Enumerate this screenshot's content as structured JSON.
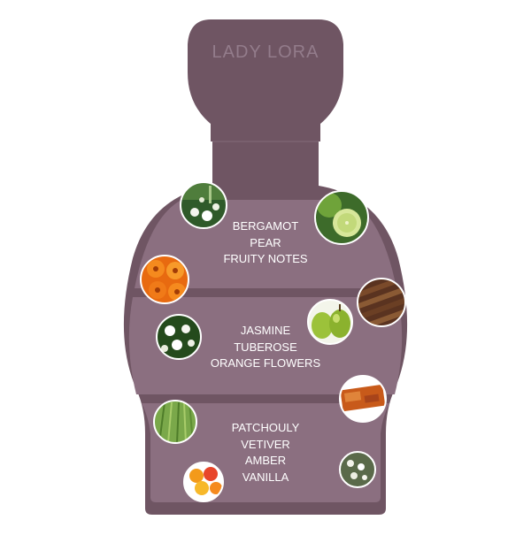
{
  "product": {
    "brand": "LADY LORA"
  },
  "pyramid": {
    "top_notes": [
      "BERGAMOT",
      "PEAR",
      "FRUITY NOTES"
    ],
    "heart_notes": [
      "JASMINE",
      "TUBEROSE",
      "ORANGE FLOWERS"
    ],
    "base_notes": [
      "PATCHOULY",
      "VETIVER",
      "AMBER",
      "VANILLA"
    ]
  },
  "ingredient_images": [
    "tuberose-flowers",
    "bergamot-fruit",
    "orange-gerbera-flowers",
    "cinnamon-vanilla-sticks",
    "green-pear",
    "jasmine-flowers",
    "amber-resin",
    "vetiver-grass",
    "citrus-fruits",
    "white-blossom"
  ],
  "colors": {
    "bottle_dark": "#6f5563",
    "bottle_mid": "#75596a",
    "panel_light": "#8b6f80",
    "brand_text": "#937c8b",
    "note_text": "#ffffff"
  }
}
